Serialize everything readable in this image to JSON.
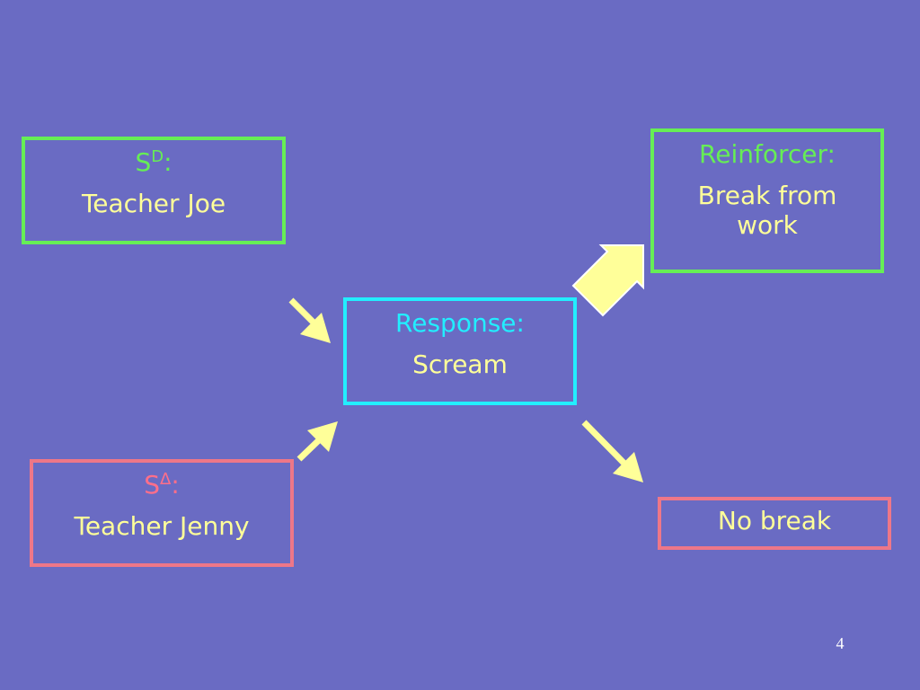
{
  "boxes": {
    "sd": {
      "symbol": "S",
      "superscript": "D",
      "suffix": ":",
      "text": "Teacher Joe"
    },
    "sdelta": {
      "symbol": "S",
      "superscript": "Δ",
      "suffix": ":",
      "text": "Teacher Jenny"
    },
    "response": {
      "label": "Response:",
      "text": "Scream"
    },
    "reinforcer": {
      "label": "Reinforcer:",
      "text_line1": "Break from",
      "text_line2": "work"
    },
    "no_break": {
      "text": "No break"
    }
  },
  "colors": {
    "background": "#6a6bc3",
    "green": "#66ee55",
    "pink": "#ee7788",
    "cyan": "#22eeff",
    "yellow": "#ffff99"
  },
  "page_number": "4"
}
